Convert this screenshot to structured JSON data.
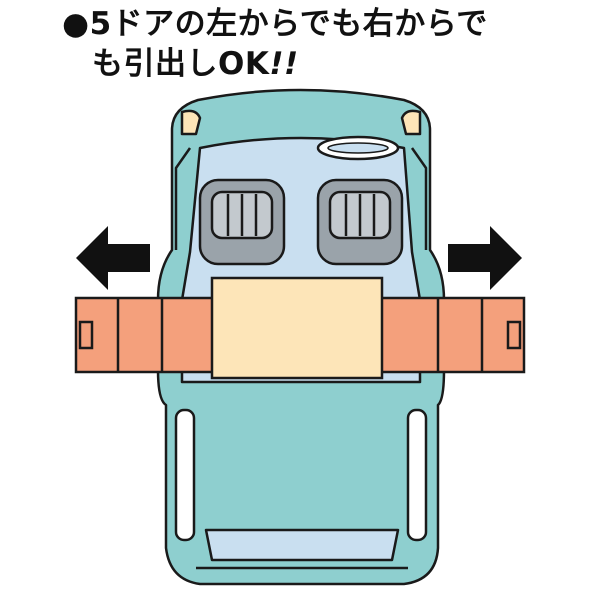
{
  "caption": {
    "bullet": "●",
    "line1": "5ドアの左からでも右からで",
    "line2_text": "も引出しOK",
    "line2_mark": "!!"
  },
  "illustration": {
    "subject": "compact car top view with long bench cushion pulled out through both side doors",
    "colors": {
      "body": "#8ecfcf",
      "cabin": "#c9dff0",
      "seat": "#9aa3aa",
      "bench": "#f4a07c",
      "center_panel": "#fde5b8",
      "arrow": "#111111",
      "outline": "#1a1a1a"
    },
    "icons": [
      "arrow-left-icon",
      "arrow-right-icon",
      "steering-wheel-icon"
    ]
  }
}
